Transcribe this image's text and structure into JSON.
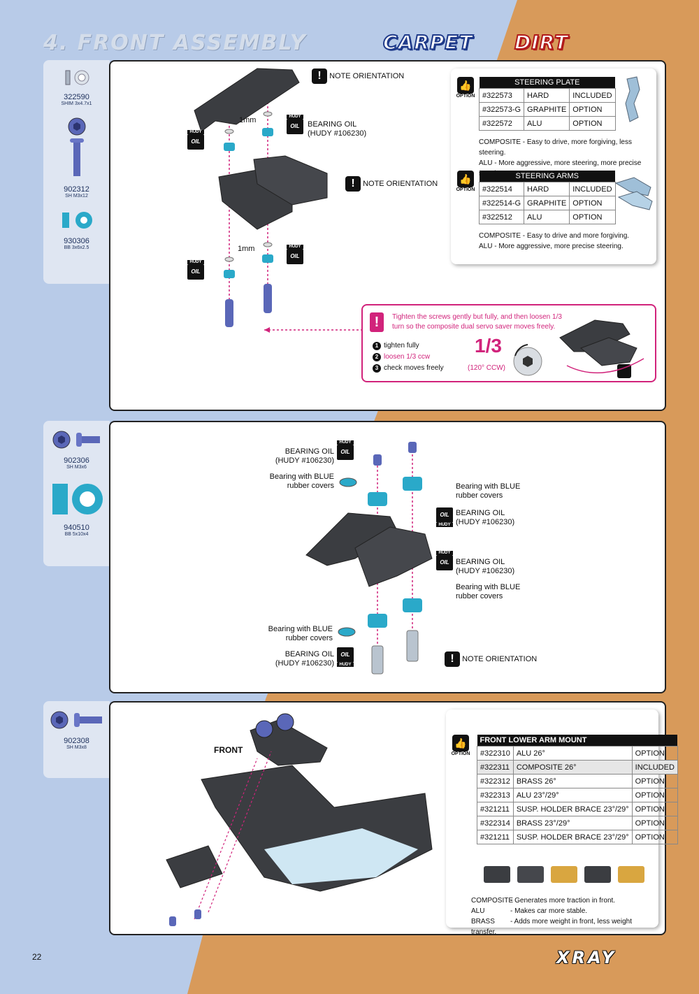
{
  "header": {
    "title": "4. FRONT ASSEMBLY",
    "tag_carpet": "CARPET",
    "tag_dirt": "DIRT"
  },
  "parts1": [
    {
      "code": "322590",
      "desc": "SHIM 3x4.7x1"
    },
    {
      "code": "902312",
      "desc": "SH M3x12"
    },
    {
      "code": "930306",
      "desc": "BB 3x6x2.5"
    }
  ],
  "parts2": [
    {
      "code": "902306",
      "desc": "SH M3x6"
    },
    {
      "code": "940510",
      "desc": "BB 5x10x4"
    }
  ],
  "parts3": [
    {
      "code": "902308",
      "desc": "SH M3x8"
    }
  ],
  "panel1": {
    "note_orientation": "NOTE ORIENTATION",
    "spacing": "1mm",
    "bearing_oil": "BEARING OIL",
    "hudy_ref": "(HUDY #106230)",
    "hudy": "HUDY",
    "oil": "OIL",
    "option_label": "OPTION",
    "steering_plate": {
      "title": "STEERING PLATE",
      "rows": [
        [
          "#322573",
          "HARD",
          "INCLUDED"
        ],
        [
          "#322573-G",
          "GRAPHITE",
          "OPTION"
        ],
        [
          "#322572",
          "ALU",
          "OPTION"
        ]
      ],
      "note1": "COMPOSITE - Easy to drive, more forgiving, less steering.",
      "note2": "ALU - More aggressive, more steering, more precise steering."
    },
    "steering_arms": {
      "title": "STEERING ARMS",
      "rows": [
        [
          "#322514",
          "HARD",
          "INCLUDED"
        ],
        [
          "#322514-G",
          "GRAPHITE",
          "OPTION"
        ],
        [
          "#322512",
          "ALU",
          "OPTION"
        ]
      ],
      "note1": "COMPOSITE - Easy to drive and more forgiving.",
      "note2": "ALU - More aggressive, more precise steering."
    },
    "tip": {
      "line1": "Tighten the screws gently but fully, and then loosen 1/3",
      "line2": "turn so the composite dual servo saver moves freely.",
      "step1": "tighten fully",
      "step2": "loosen 1/3 ccw",
      "step3": "check moves freely",
      "fraction": "1/3",
      "angle": "(120° CCW)"
    }
  },
  "panel2": {
    "bearing_oil": "BEARING OIL",
    "hudy_ref": "(HUDY #106230)",
    "bearing_blue_1": "Bearing with BLUE",
    "bearing_blue_2": "rubber covers",
    "note_orientation": "NOTE ORIENTATION",
    "hudy": "HUDY",
    "oil": "OIL"
  },
  "panel3": {
    "front_label": "FRONT",
    "option_label": "OPTION",
    "table": {
      "title": "FRONT LOWER ARM MOUNT",
      "rows": [
        [
          "#322310",
          "ALU 26°",
          "OPTION"
        ],
        [
          "#322311",
          "COMPOSITE 26°",
          "INCLUDED"
        ],
        [
          "#322312",
          "BRASS 26°",
          "OPTION"
        ],
        [
          "#322313",
          "ALU 23°/29°",
          "OPTION"
        ],
        [
          "#321211",
          "SUSP. HOLDER BRACE 23°/29°",
          "OPTION"
        ],
        [
          "#322314",
          "BRASS 23°/29°",
          "OPTION"
        ],
        [
          "#321211",
          "SUSP. HOLDER BRACE 23°/29°",
          "OPTION"
        ]
      ]
    },
    "notes": [
      [
        "COMPOSITE",
        "- Generates more traction in front."
      ],
      [
        "ALU",
        "- Makes car more stable."
      ],
      [
        "BRASS",
        "- Adds more weight in front, less weight transfer."
      ]
    ]
  },
  "footer": {
    "page": "22",
    "brand": "XRAY"
  },
  "colors": {
    "accent_pink": "#d1237b",
    "blue_bg": "#b8cbe8",
    "orange_bg": "#d89a5a",
    "bearing_teal": "#2aa9c9"
  }
}
